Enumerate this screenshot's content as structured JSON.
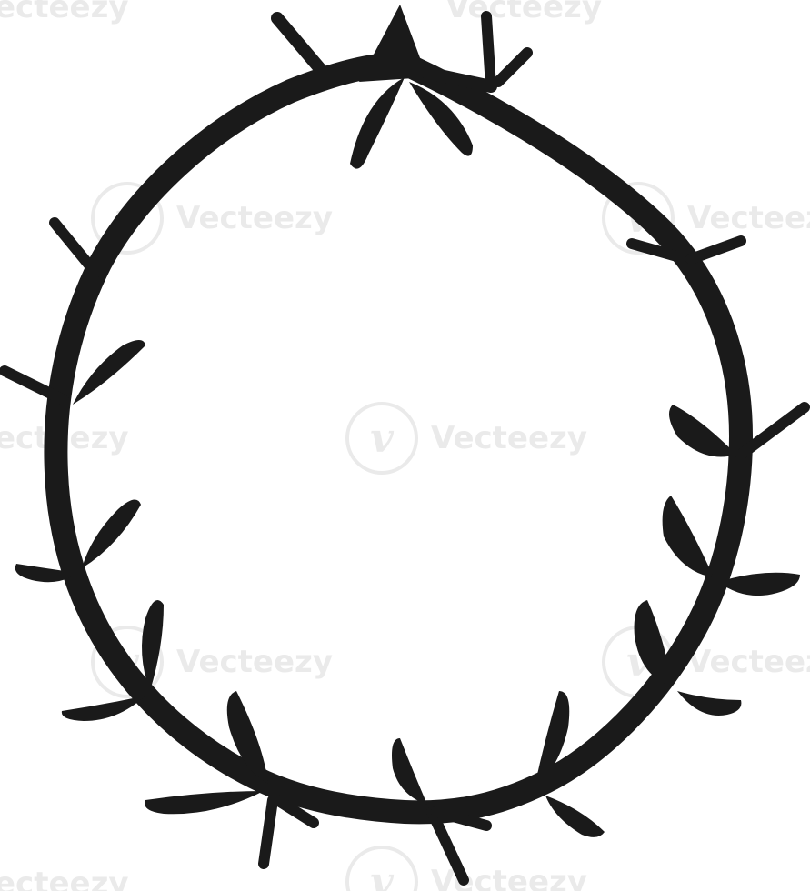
{
  "image": {
    "subject": "crown-of-thorns-wreath",
    "colors": {
      "background": "#ffffff",
      "wreath": "#1a1a1a",
      "watermark": "#d9d9d9"
    }
  },
  "watermark": {
    "text": "Vecteezy",
    "partial_left": "ecteezy",
    "logo_glyph": "v"
  }
}
